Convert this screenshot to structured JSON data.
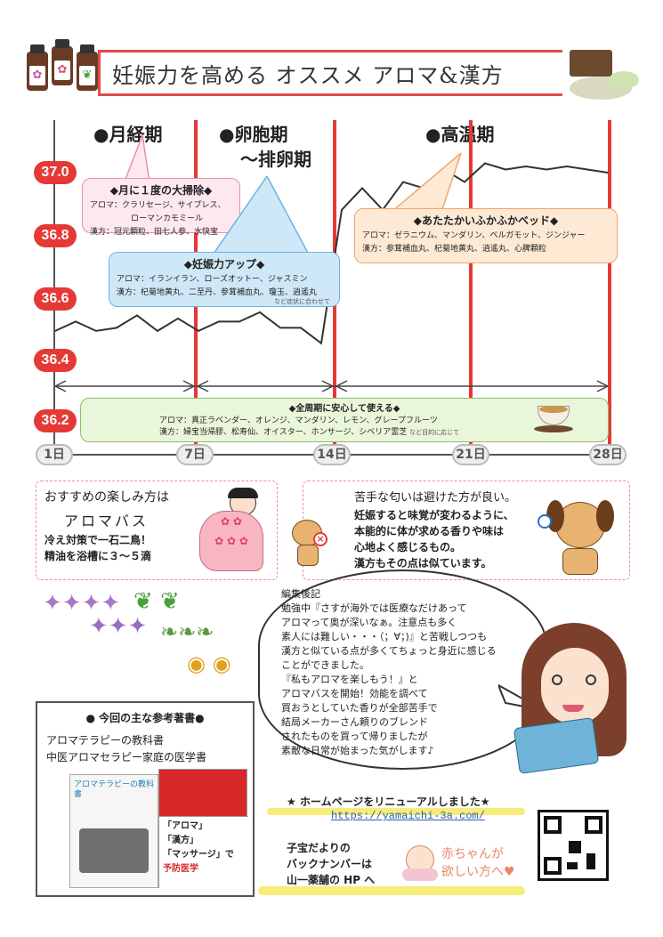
{
  "title": "妊娠力を高める オススメ アロマ&漢方",
  "phases": {
    "menses": "●月経期",
    "ovulation": "●卵胞期",
    "ovulation2": "〜排卵期",
    "hightemp": "●高温期"
  },
  "chart_data": {
    "type": "line",
    "title": "",
    "xlabel": "",
    "ylabel": "",
    "y_ticks": [
      "37.0",
      "36.8",
      "36.6",
      "36.4",
      "36.2"
    ],
    "x_ticks": [
      "1日",
      "7日",
      "14日",
      "21日",
      "28日"
    ],
    "ylim": [
      36.2,
      37.0
    ],
    "x": [
      1,
      2,
      3,
      4,
      5,
      6,
      7,
      8,
      9,
      10,
      11,
      12,
      13,
      14,
      15,
      16,
      17,
      18,
      19,
      20,
      21,
      22,
      23,
      24,
      25,
      26,
      27,
      28
    ],
    "values": [
      36.49,
      36.52,
      36.49,
      36.5,
      36.54,
      36.49,
      36.53,
      36.49,
      36.52,
      36.52,
      36.55,
      36.5,
      36.5,
      36.45,
      36.88,
      36.95,
      36.88,
      36.97,
      36.95,
      37.01,
      36.97,
      37.03,
      37.01,
      37.02,
      37.01,
      37.02,
      37.01,
      37.0
    ]
  },
  "bubbles": {
    "menses": {
      "heading": "◆月に１度の大掃除◆",
      "aroma": "アロマ：クラリセージ、サイプレス、",
      "aroma2": "ローマンカモミール",
      "kampo": "漢方：冠元顆粒、田七人参、水快宝"
    },
    "ovulation": {
      "heading": "◆妊娠力アップ◆",
      "aroma": "アロマ：イランイラン、ローズオットー、ジャスミン",
      "kampo": "漢方：杞菊地黄丸、二至丹、参茸補血丸、瓊玉、逍遙丸",
      "note": "など症状に合わせて"
    },
    "hightemp": {
      "heading": "◆あたたかいふかふかベッド◆",
      "aroma": "アロマ：ゼラニウム、マンダリン、ベルガモット、ジンジャー",
      "kampo": "漢方：参茸補血丸、杞菊地黄丸、逍遙丸、心脾顆粒"
    },
    "allperiod": {
      "heading": "◆全周期に安心して使える◆",
      "aroma": "アロマ：真正ラベンダー、オレンジ、マンダリン、レモン、グレープフルーツ",
      "kampo": "漢方：婦宝当帰膠、松寿仙、オイスター、ホンサージ、シベリア霊芝",
      "note": "など目的に応じて"
    }
  },
  "tips": {
    "left_title": "おすすめの楽しみ方は",
    "left_sub": "アロマバス",
    "left_body1": "冷え対策で一石二鳥！",
    "left_body2": "精油を浴槽に３〜５滴",
    "right_title": "苦手な匂いは避けた方が良い。",
    "right_body1": "妊娠すると味覚が変わるように、",
    "right_body2": "本能的に体が求める香りや味は",
    "right_body3": "心地よく感じるもの。",
    "right_body4": "漢方もその点は似ています。"
  },
  "editor": {
    "title": "編集後記",
    "lines": [
      "勉強中『さすが海外では医療なだけあって",
      "アロマって奥が深いなぁ。注意点も多く",
      "素人には難しい・・・（；∀；)』と苦戦しつつも",
      "漢方と似ている点が多くてちょっと身近に感じる",
      "ことができました。",
      "『私もアロマを楽しもう！』と",
      "アロマバスを開始！効能を調べて",
      "買おうとしていた香りが全部苦手で",
      "結局メーカーさん頼りのブレンド",
      "されたものを買って帰りましたが",
      "素敵な日常が始まった気がします♪"
    ]
  },
  "references": {
    "heading": "● 今回の主な参考著書●",
    "book1": "アロマテラピーの教科書",
    "book2": "中医アロマセラピー家庭の医学書",
    "cover1": "アロマテラピーの教科書",
    "cover2a": "「アロマ」",
    "cover2b": "「漢方」",
    "cover2c": "「マッサージ」で",
    "cover2d": "予防医学"
  },
  "footer": {
    "hp_notice": "★ ホームページをリニューアルしました★",
    "url": "https://yamaichi-3a.com/",
    "backnumber1": "子宝だよりの",
    "backnumber2": "バックナンバーは",
    "backnumber3": "山一薬舗の HP へ",
    "baby1": "赤ちゃんが",
    "baby2": "欲しい方へ♥"
  },
  "colors": {
    "red": "#e53935",
    "pink": "#e98fa9",
    "blue": "#6fb1e2",
    "orange": "#f0a66b",
    "green": "#8cc06a"
  }
}
